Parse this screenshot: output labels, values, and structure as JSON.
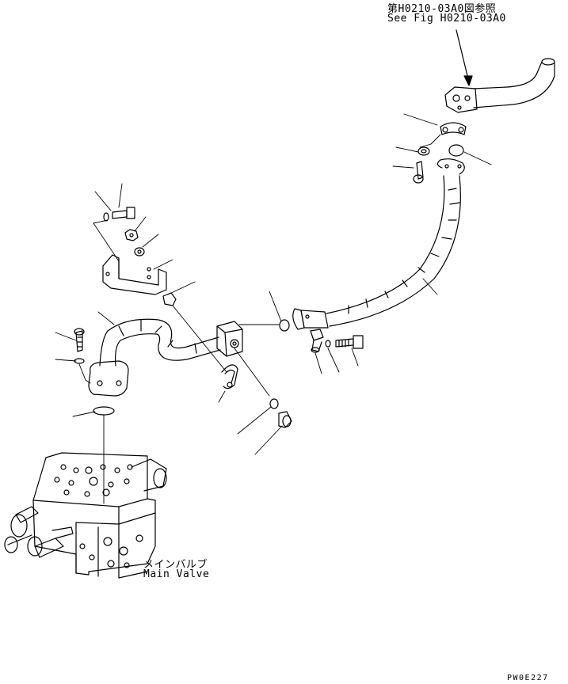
{
  "reference": {
    "jp": "第H0210-03A0図参照",
    "en": "See Fig H0210-03A0"
  },
  "main_valve": {
    "jp": "メインバルブ",
    "en": "Main Valve"
  },
  "figure_code": "PW0E227",
  "colors": {
    "line": "#000000",
    "background": "#ffffff"
  }
}
